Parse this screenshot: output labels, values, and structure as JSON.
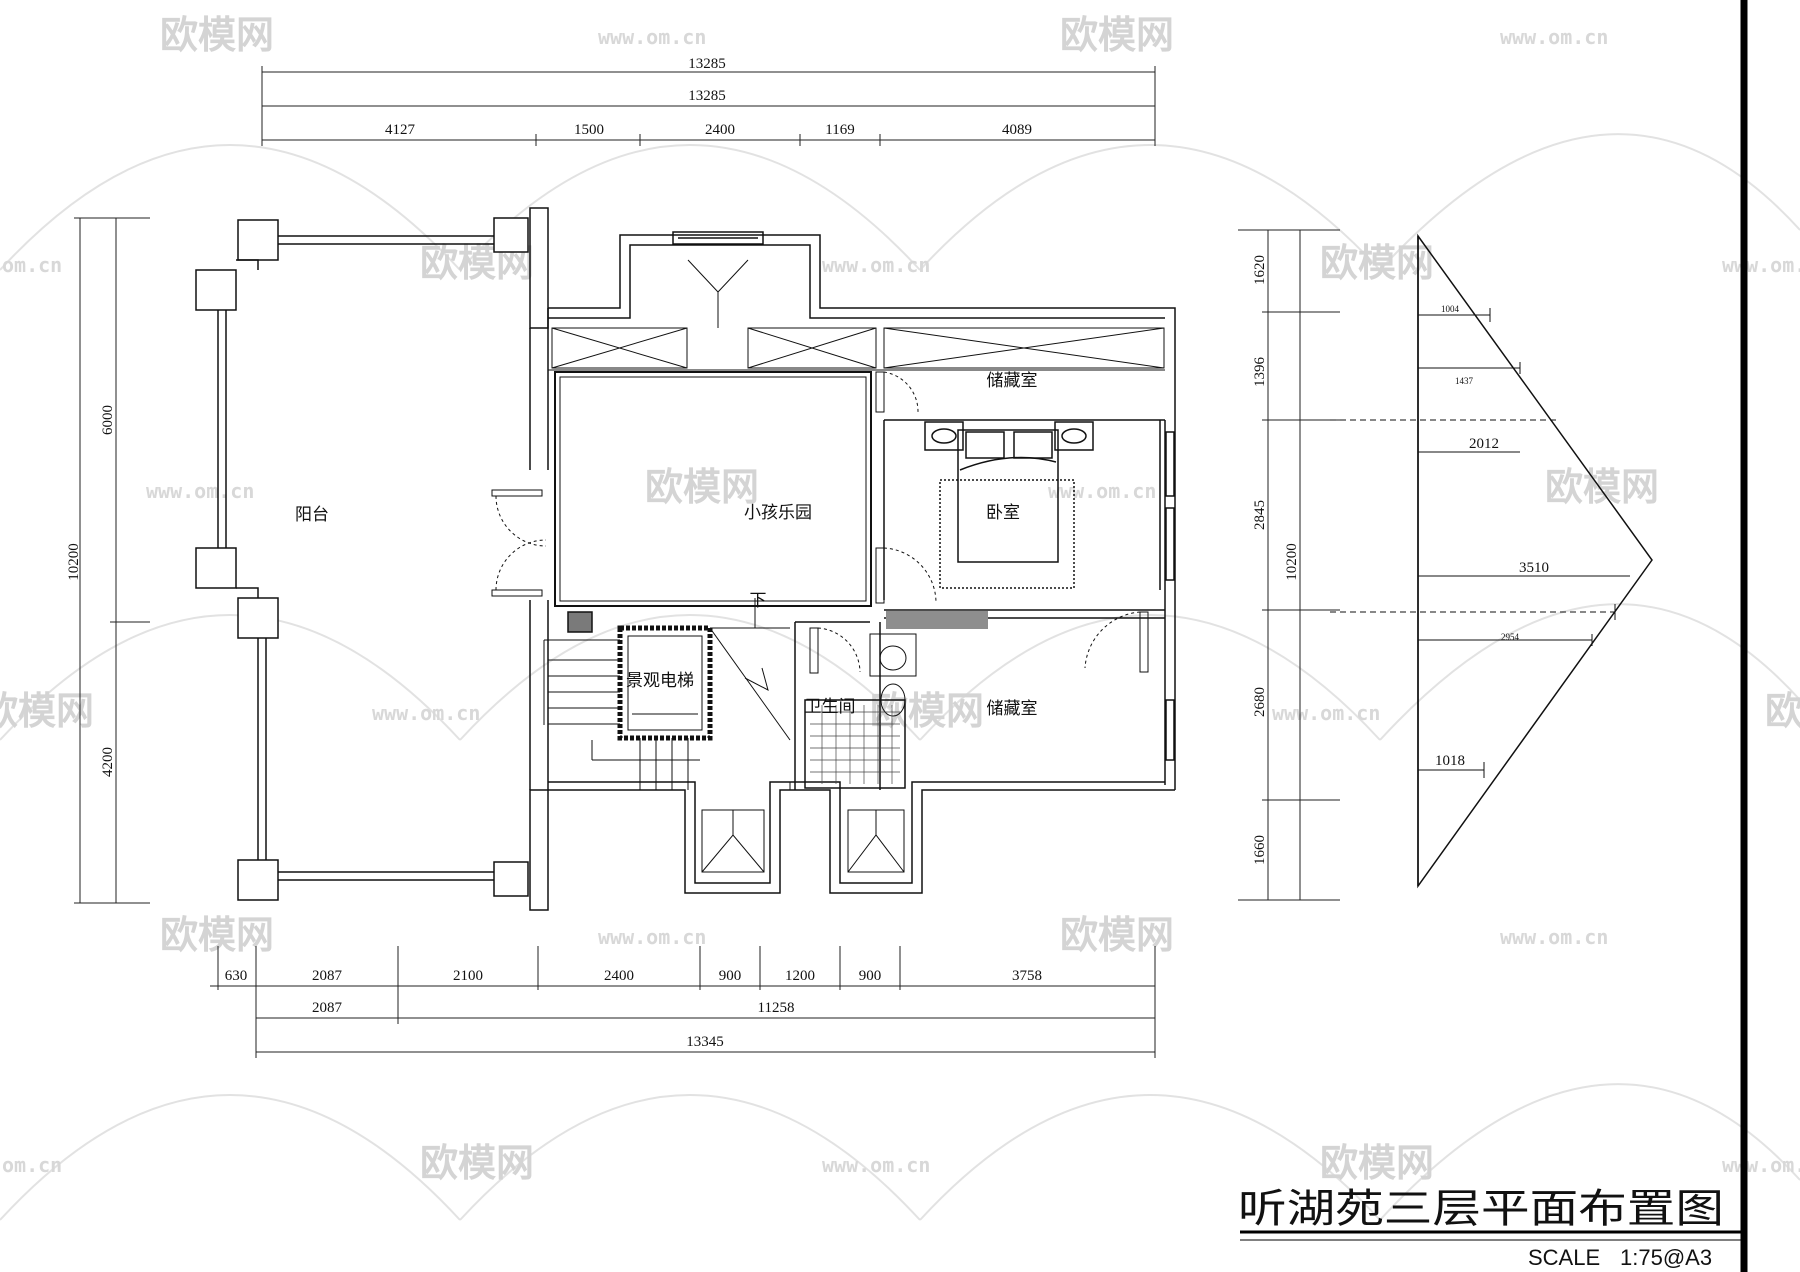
{
  "title": "听湖苑三层平面布置图",
  "scale": {
    "label": "SCALE",
    "value": "1:75@A3"
  },
  "rooms": {
    "balcony": "阳台",
    "playground": "小孩乐园",
    "storage_top": "储藏室",
    "bedroom": "卧室",
    "elevator": "景观电梯",
    "toilet": "卫生间",
    "storage_bottom": "储藏室",
    "stair_down": "下"
  },
  "dims_top": {
    "overall_1": "13285",
    "overall_2": "13285",
    "segments": [
      "4127",
      "1500",
      "2400",
      "1169",
      "4089"
    ]
  },
  "dims_bottom": {
    "segments": [
      "630",
      "2087",
      "2100",
      "2400",
      "900",
      "1200",
      "900",
      "3758"
    ],
    "row2": [
      "2087",
      "11258"
    ],
    "overall": "13345"
  },
  "dims_left": {
    "overall": "10200",
    "segments": [
      "6000",
      "4200"
    ]
  },
  "dims_right": {
    "overall": "10200",
    "segments": [
      "1620",
      "1396",
      "2845",
      "2680",
      "1660"
    ]
  },
  "triangle_dims": [
    "1004",
    "1437",
    "2012",
    "3510",
    "2954",
    "1018"
  ],
  "watermark": {
    "brand": "欧模网",
    "url": "www.om.cn",
    "url_partial": "om.cn"
  }
}
